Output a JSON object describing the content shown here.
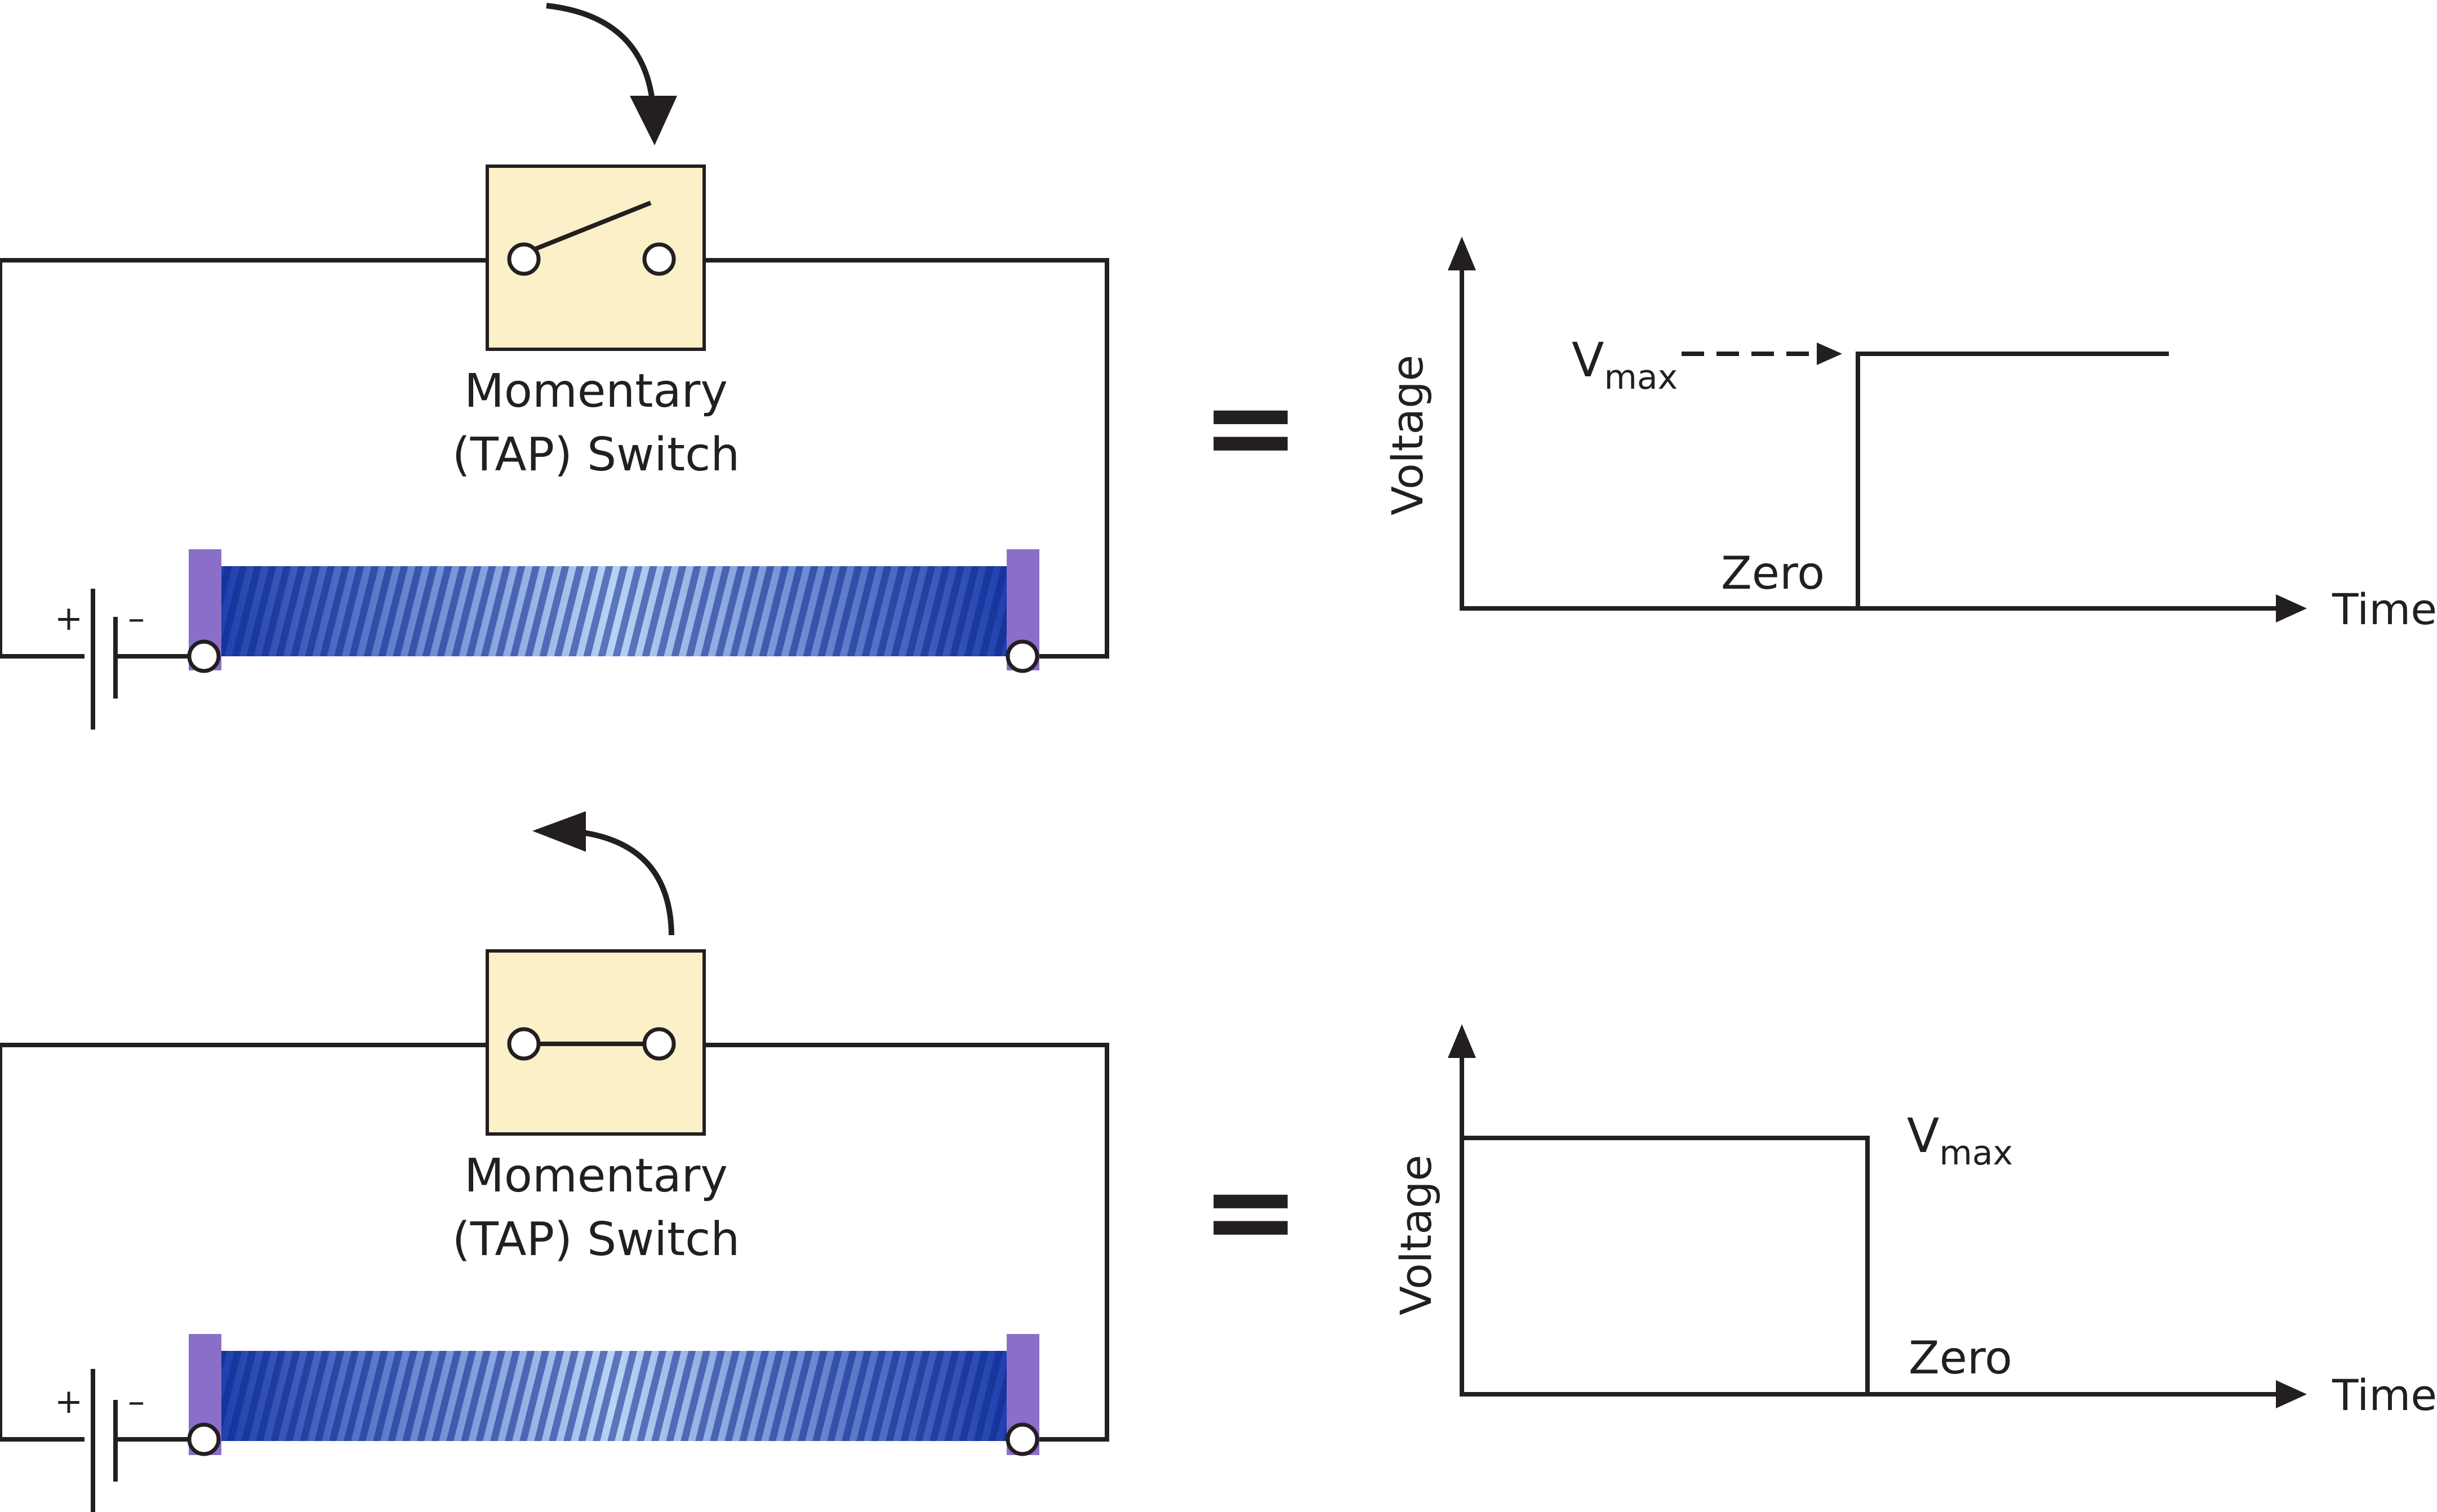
{
  "colors": {
    "ink": "#231f20",
    "switch_box": "#fbf0c8",
    "coil_end": "#8a6fc9",
    "coil_dark": "#1f3fae",
    "coil_light": "#b9d2f5"
  },
  "panels": [
    {
      "id": "top",
      "switch_state": "open",
      "motion_arrow": "press-down",
      "switch_label_line1": "Momentary",
      "switch_label_line2": "(TAP) Switch",
      "battery_plus": "+",
      "battery_minus": "–",
      "equals": "=",
      "graph": {
        "y_axis_label": "Voltage",
        "x_axis_label": "Time",
        "vmax_main": "V",
        "vmax_sub": "max",
        "zero_label": "Zero",
        "waveform": "step-up"
      }
    },
    {
      "id": "bottom",
      "switch_state": "closed",
      "motion_arrow": "release-up",
      "switch_label_line1": "Momentary",
      "switch_label_line2": "(TAP) Switch",
      "battery_plus": "+",
      "battery_minus": "–",
      "equals": "=",
      "graph": {
        "y_axis_label": "Voltage",
        "x_axis_label": "Time",
        "vmax_main": "V",
        "vmax_sub": "max",
        "zero_label": "Zero",
        "waveform": "step-down"
      }
    }
  ]
}
